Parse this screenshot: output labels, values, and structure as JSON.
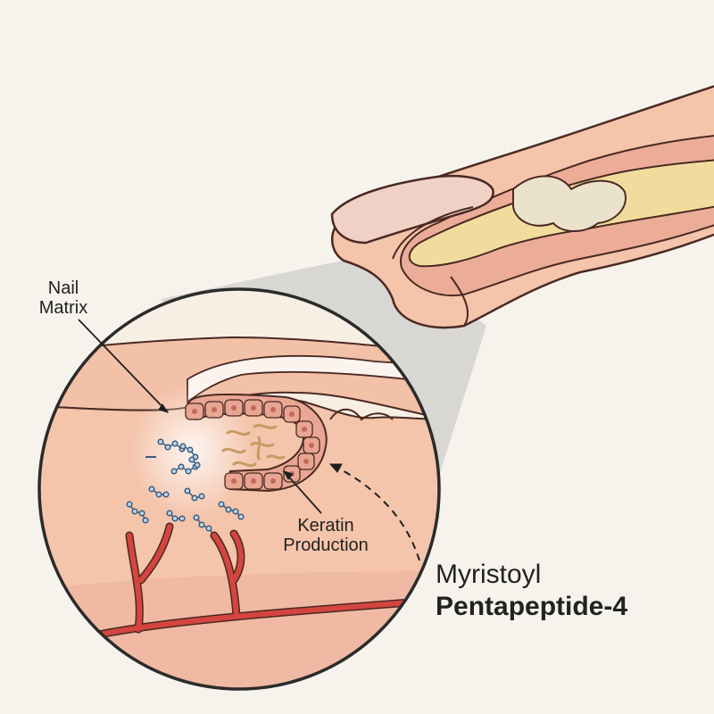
{
  "labels": {
    "nail_matrix": [
      "Nail",
      "Matrix"
    ],
    "keratin_production": [
      "Keratin",
      "Production"
    ],
    "compound": [
      "Myristoyl",
      "Pentapeptide-4"
    ]
  },
  "colors": {
    "background": "#f6f3ec",
    "skin": "#f4c4ab",
    "skin_dark": "#d9826f",
    "nail_plate": "#f1d0c6",
    "bone": "#ebe2cc",
    "marrow": "#f1dc9e",
    "blood_vessel": "#d4453f",
    "cell": "#e8a592",
    "nucleus": "#c46a5c",
    "keratin_fiber": "#c79b63",
    "peptide": "#3d5c7d",
    "magnifier_cone": "#bdbdbd",
    "outline": "#4a2a22"
  },
  "icons": [
    "peptide-molecule-icon",
    "keratin-fiber-icon",
    "epithelial-cell-icon"
  ]
}
